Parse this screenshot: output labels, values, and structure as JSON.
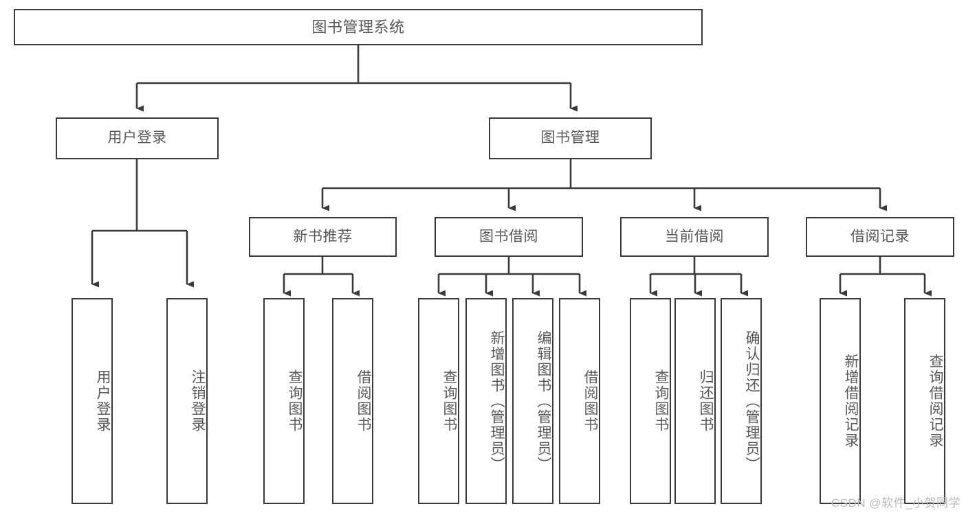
{
  "diagram": {
    "title": "图书管理系统",
    "type": "tree-hierarchy",
    "stroke_color": "#3a3a3a",
    "text_color": "#595959",
    "background_color": "#ffffff",
    "root": {
      "label": "图书管理系统"
    },
    "level1": [
      {
        "label": "用户登录"
      },
      {
        "label": "图书管理"
      }
    ],
    "level2": [
      {
        "label": "新书推荐"
      },
      {
        "label": "图书借阅"
      },
      {
        "label": "当前借阅"
      },
      {
        "label": "借阅记录"
      }
    ],
    "leaves": {
      "user_login": [
        {
          "label": "用户登录"
        },
        {
          "label": "注销登录"
        }
      ],
      "new_book_recommend": [
        {
          "label": "查询图书"
        },
        {
          "label": "借阅图书"
        }
      ],
      "book_borrow": [
        {
          "label": "查询图书"
        },
        {
          "label": "新增图书（管理员）"
        },
        {
          "label": "编辑图书（管理员）"
        },
        {
          "label": "借阅图书"
        }
      ],
      "current_borrow": [
        {
          "label": "查询图书"
        },
        {
          "label": "归还图书"
        },
        {
          "label": "确认归还（管理员）"
        }
      ],
      "borrow_record": [
        {
          "label": "新增借阅记录"
        },
        {
          "label": "查询借阅记录"
        }
      ]
    }
  },
  "watermark": {
    "text": "CSDN @软件_小贺同学"
  }
}
